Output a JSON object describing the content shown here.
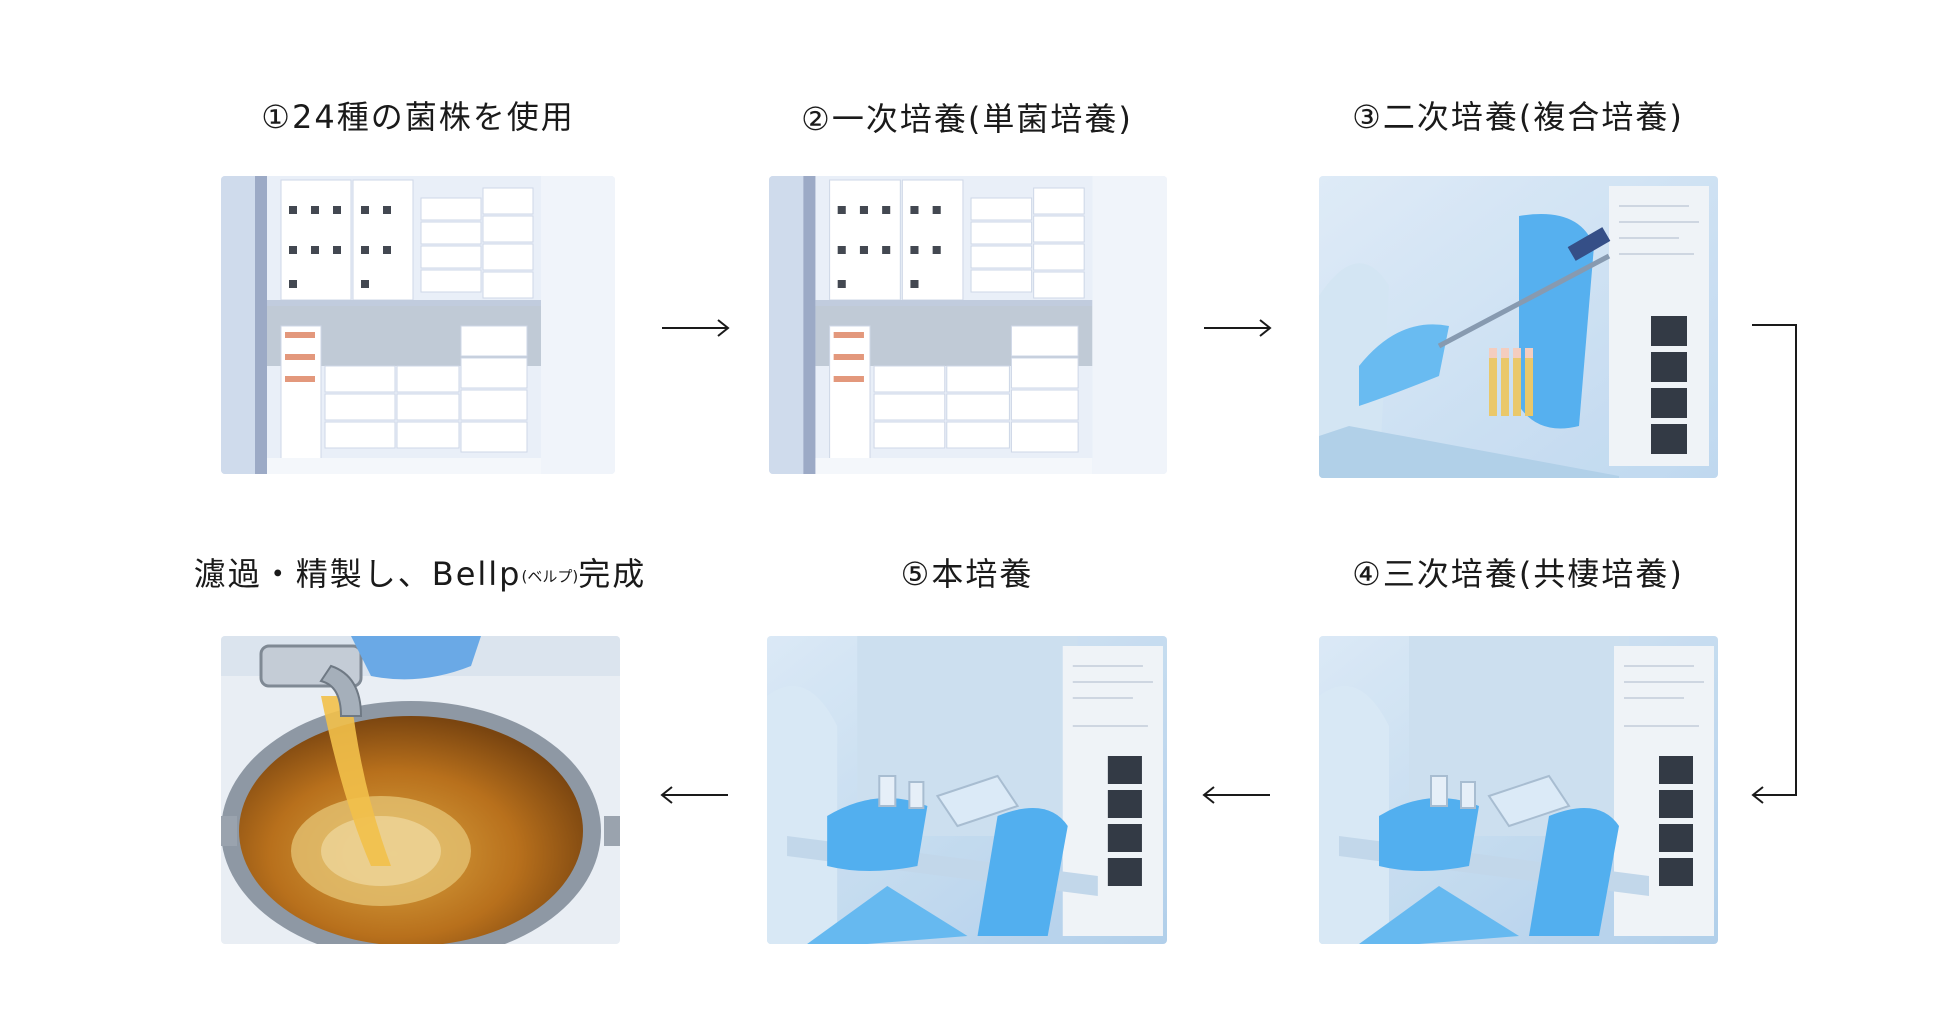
{
  "steps": [
    {
      "label": "①24種の菌株を使用",
      "photo": "freezer-strain-storage-photo"
    },
    {
      "label": "②一次培養(単菌培養)",
      "photo": "freezer-strain-storage-photo"
    },
    {
      "label": "③二次培養(複合培養)",
      "photo": "pipette-culture-photo"
    },
    {
      "label": "④三次培養(共棲培養)",
      "photo": "flask-culture-photo"
    },
    {
      "label": "⑤本培養",
      "photo": "flask-culture-photo"
    },
    {
      "label_main": "濾過・精製し、Bellp",
      "label_small": "(ベルプ)",
      "label_end": "完成",
      "photo": "filtered-liquid-pot-photo"
    }
  ],
  "colors": {
    "text": "#1a1a1a",
    "arrow": "#1a1a1a",
    "background": "#ffffff"
  }
}
